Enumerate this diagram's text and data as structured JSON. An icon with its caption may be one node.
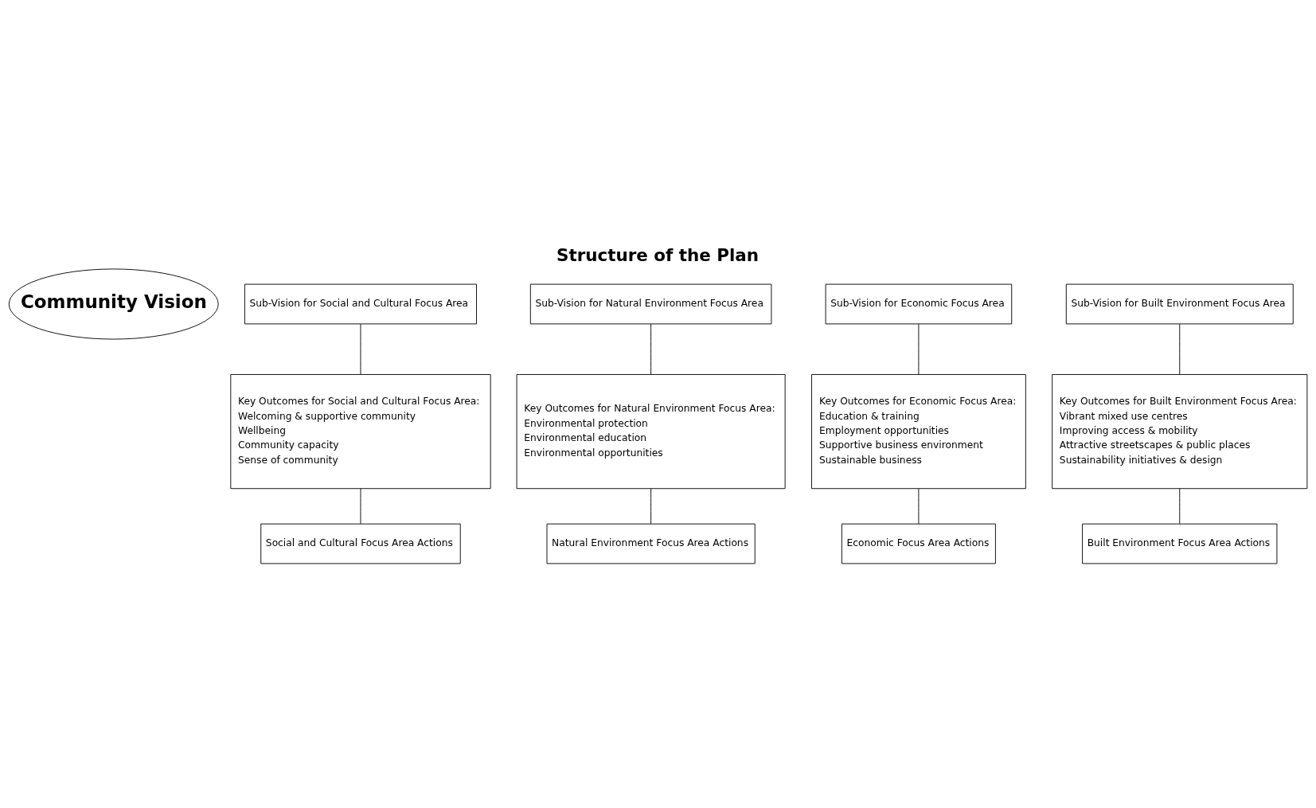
{
  "diagram": {
    "title": "Structure of the Plan",
    "nodes": [
      {
        "text": [
          "Community Vision"
        ]
      },
      {
        "text": [
          "Sub-Vision for Social and Cultural Focus Area"
        ]
      },
      {
        "text": [
          "Sub-Vision for Natural Environment Focus Area"
        ]
      },
      {
        "text": [
          "Sub-Vision for Economic Focus Area"
        ]
      },
      {
        "text": [
          "Sub-Vision for Built Environment Focus Area"
        ]
      },
      {
        "text": [
          "Key Outcomes for Social and Cultural Focus Area:",
          "Welcoming & supportive community",
          "Wellbeing",
          "Community capacity",
          "Sense of community"
        ]
      },
      {
        "text": [
          "Key Outcomes for Natural Environment Focus Area:",
          "Environmental protection",
          "Environmental education",
          "Environmental opportunities"
        ]
      },
      {
        "text": [
          "Key Outcomes for Economic Focus Area:",
          "Education & training",
          "Employment opportunities",
          "Supportive business environment",
          "Sustainable business"
        ]
      },
      {
        "text": [
          "Key Outcomes for Built Environment Focus Area:",
          "Vibrant mixed use centres",
          "Improving access & mobility",
          "Attractive streetscapes & public places",
          "Sustainability initiatives & design"
        ]
      },
      {
        "text": [
          "Social and Cultural Focus Area Actions"
        ]
      },
      {
        "text": [
          "Natural Environment Focus Area Actions"
        ]
      },
      {
        "text": [
          "Economic Focus Area Actions"
        ]
      },
      {
        "text": [
          "Built Environment Focus Area Actions"
        ]
      }
    ],
    "edges": [
      {
        "from": 1,
        "to": 5,
        "arrow": "none"
      },
      {
        "from": 2,
        "to": 6,
        "arrow": "none"
      },
      {
        "from": 3,
        "to": 7,
        "arrow": "none"
      },
      {
        "from": 4,
        "to": 8,
        "arrow": "none"
      },
      {
        "from": 5,
        "to": 9,
        "arrow": "none"
      },
      {
        "from": 6,
        "to": 10,
        "arrow": "none"
      },
      {
        "from": 7,
        "to": 11,
        "arrow": "none"
      },
      {
        "from": 8,
        "to": 12,
        "arrow": "none"
      }
    ]
  }
}
